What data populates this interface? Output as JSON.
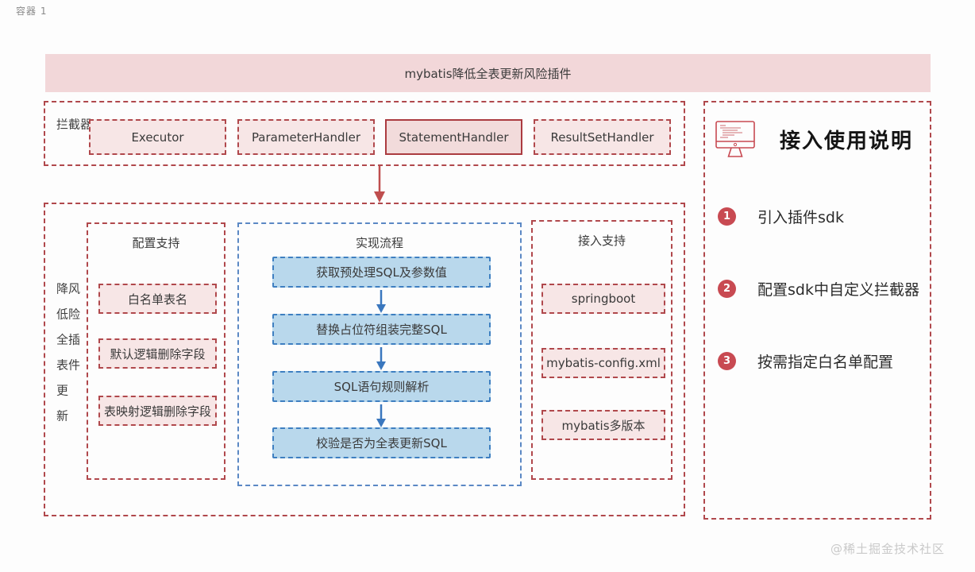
{
  "page": {
    "container_label": "容器 1",
    "watermark": "@稀土掘金技术社区"
  },
  "header": {
    "title": "mybatis降低全表更新风险插件"
  },
  "interceptor_section": {
    "label": "拦截器",
    "items": [
      {
        "label": "Executor",
        "highlighted": false
      },
      {
        "label": "ParameterHandler",
        "highlighted": false
      },
      {
        "label": "StatementHandler",
        "highlighted": true
      },
      {
        "label": "ResultSetHandler",
        "highlighted": false
      }
    ]
  },
  "plugin_section": {
    "label": "降低全表更新风险插件",
    "config_support": {
      "title": "配置支持",
      "items": [
        "白名单表名",
        "默认逻辑删除字段",
        "表映射逻辑删除字段"
      ]
    },
    "flow": {
      "title": "实现流程",
      "steps": [
        "获取预处理SQL及参数值",
        "替换占位符组装完整SQL",
        "SQL语句规则解析",
        "校验是否为全表更新SQL"
      ]
    },
    "integration_support": {
      "title": "接入支持",
      "items": [
        "springboot",
        "mybatis-config.xml",
        "mybatis多版本"
      ]
    }
  },
  "usage_panel": {
    "title": "接入使用说明",
    "steps": [
      {
        "num": "1",
        "text": "引入插件sdk"
      },
      {
        "num": "2",
        "text": "配置sdk中自定义拦截器"
      },
      {
        "num": "3",
        "text": "按需指定白名单配置"
      }
    ]
  },
  "colors": {
    "red_border": "#b0484c",
    "red_solid_border": "#ab3b40",
    "pink_fill": "#f7e6e6",
    "header_fill": "#f2d7d9",
    "blue_container_border": "#5b88c4",
    "blue_fill": "#b9d8ec",
    "blue_box_border": "#3e7fc1",
    "blue_arrow": "#3a77be",
    "red_arrow": "#bf4e4e",
    "badge_red": "#c84a52"
  }
}
